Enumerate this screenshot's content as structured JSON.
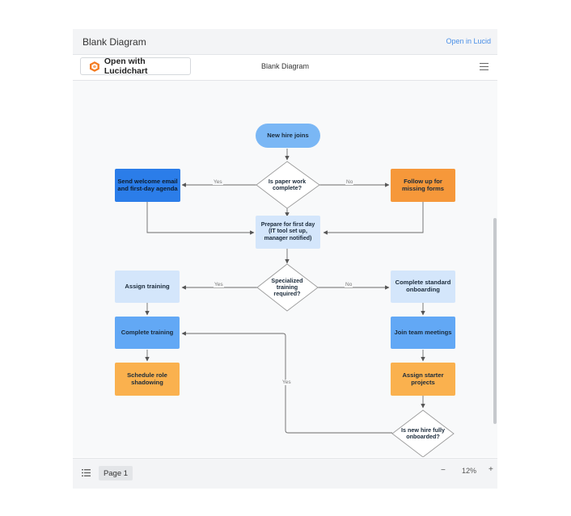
{
  "header": {
    "title": "Blank Diagram",
    "open_in_lucid": "Open in Lucid"
  },
  "toolbar": {
    "open_button_label": "Open with Lucidchart",
    "document_title": "Blank Diagram",
    "menu_icon": "hamburger-icon",
    "logo_icon": "lucidchart-logo-icon"
  },
  "colors": {
    "dark_blue": "#2b7de9",
    "mid_blue": "#62a8f5",
    "light_blue": "#d4e6fb",
    "orange_dark": "#f6983a",
    "orange": "#fab14e",
    "start": "#7ab7f5",
    "arrow": "#6b6b6b"
  },
  "diagram": {
    "start": "New hire joins",
    "decision1": "Is paper work complete?",
    "welcome": "Send welcome email and first-day agenda",
    "followup": "Follow up for missing forms",
    "prepare": "Prepare for first day (IT tool set up, manager notified)",
    "decision2": "Specialized training required?",
    "assign_training": "Assign training",
    "complete_standard": "Complete standard onboarding",
    "complete_training": "Complete training",
    "join_meetings": "Join team meetings",
    "schedule_shadowing": "Schedule role shadowing",
    "starter_projects": "Assign starter projects",
    "decision3": "Is new hire fully onboarded?",
    "yes": "Yes",
    "no": "No"
  },
  "footer": {
    "list_icon": "page-list-icon",
    "page_tab": "Page 1",
    "zoom_out": "−",
    "zoom_level": "12%",
    "zoom_in": "+"
  }
}
